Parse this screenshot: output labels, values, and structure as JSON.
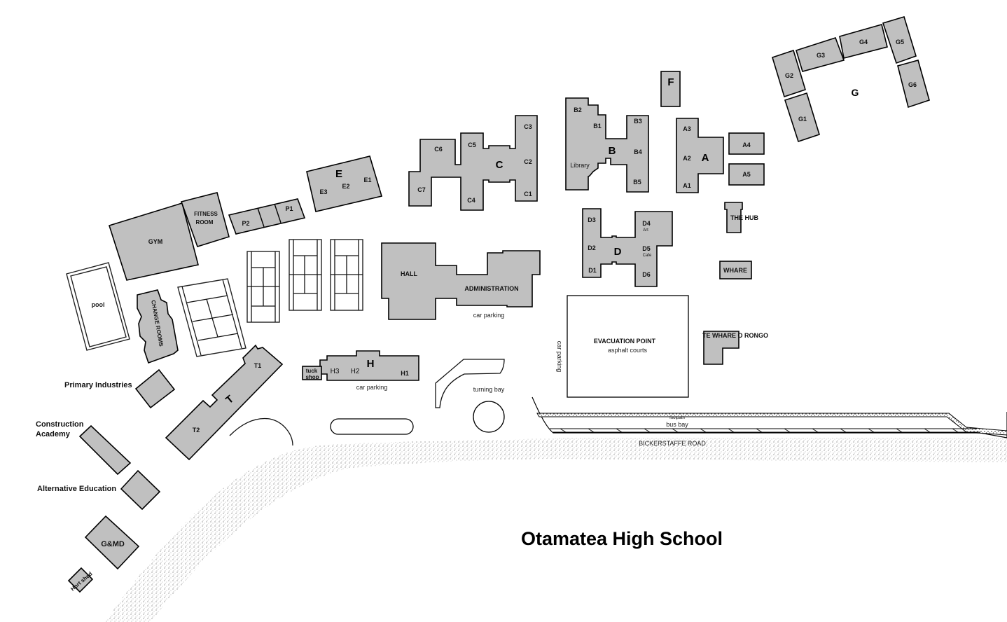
{
  "map": {
    "title": "Otamatea High School",
    "colors": {
      "building": "#c0c0c0",
      "outline": "#000000",
      "background": "#ffffff",
      "road_stipple": "#888888"
    },
    "blocks": {
      "A": {
        "label": "A",
        "rooms": [
          "A1",
          "A2",
          "A3",
          "A4",
          "A5"
        ]
      },
      "B": {
        "label": "B",
        "rooms": [
          "B1",
          "B2",
          "B3",
          "B4",
          "B5"
        ],
        "library": "Library"
      },
      "C": {
        "label": "C",
        "rooms": [
          "C1",
          "C2",
          "C3",
          "C4",
          "C5",
          "C6",
          "C7"
        ]
      },
      "D": {
        "label": "D",
        "rooms": [
          "D1",
          "D2",
          "D3",
          "D4",
          "D5",
          "D6"
        ],
        "d4_note": "Art",
        "d5_note": "Cafe"
      },
      "E": {
        "label": "E",
        "rooms": [
          "E1",
          "E2",
          "E3"
        ]
      },
      "F": {
        "label": "F"
      },
      "G": {
        "label": "G",
        "rooms": [
          "G1",
          "G2",
          "G3",
          "G4",
          "G5",
          "G6"
        ]
      },
      "H": {
        "label": "H",
        "rooms": [
          "H1",
          "H2",
          "H3"
        ]
      },
      "T": {
        "label": "T",
        "rooms": [
          "T1",
          "T2"
        ]
      },
      "P": {
        "rooms": [
          "P1",
          "P2"
        ]
      }
    },
    "facilities": {
      "gym": "GYM",
      "fitness_line1": "FITNESS",
      "fitness_line2": "ROOM",
      "pool": "pool",
      "change_rooms": "CHANGE ROOMS",
      "hall": "HALL",
      "administration": "ADMINISTRATION",
      "tuck_line1": "tuck",
      "tuck_line2": "shop",
      "the_hub": "THE HUB",
      "whare": "WHARE",
      "te_whare": "TE WHARE O RONGO",
      "evacuation": "EVACUATION POINT",
      "asphalt": "asphalt courts",
      "turning_bay": "turning bay",
      "car_parking": "car parking",
      "footpath": "footpath",
      "bus_bay": "bus bay",
      "road": "BICKERSTAFFE ROAD"
    },
    "side_labels": {
      "primary": "Primary Industries",
      "construction_line1": "Construction",
      "construction_line2": "Academy",
      "alternative": "Alternative Education",
      "gmd": "G&MD",
      "hort": "Hort shed"
    }
  }
}
